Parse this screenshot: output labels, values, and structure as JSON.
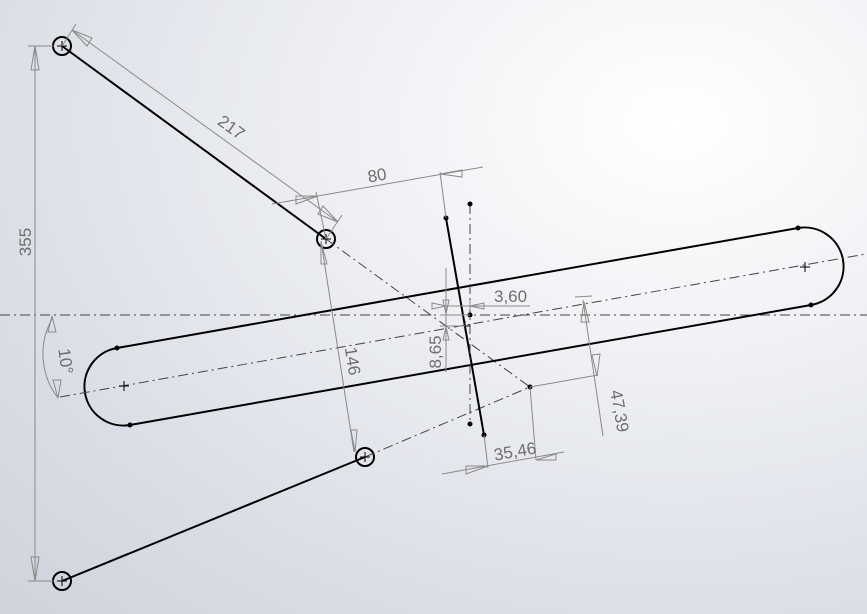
{
  "sketch": {
    "dimensions": {
      "arm_length": "217",
      "horizontal_offset": "80",
      "total_height": "355",
      "arm_spacing": "146",
      "small_offset": "3,60",
      "vertical_gap": "8,65",
      "slot_angle": "10°",
      "slot_width": "47,39",
      "link_offset": "35,46"
    }
  }
}
